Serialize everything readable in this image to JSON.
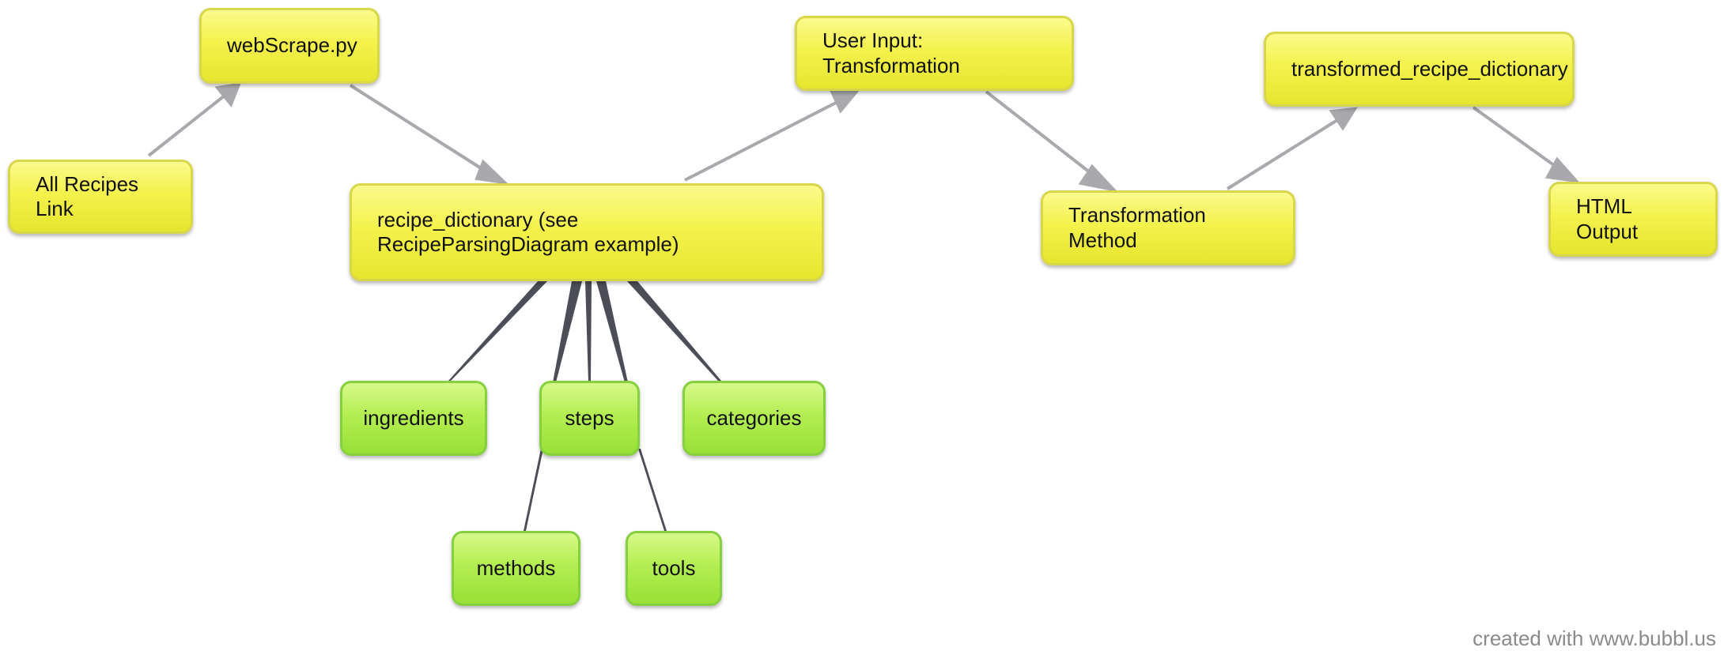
{
  "diagram": {
    "nodes": {
      "all_recipes_link": "All Recipes Link",
      "webscrape": "webScrape.py",
      "recipe_dictionary": "recipe_dictionary (see RecipeParsingDiagram example)",
      "user_input": "User Input: Transformation",
      "transformation_method": "Transformation Method",
      "transformed_dictionary": "transformed_recipe_dictionary",
      "html_output": "HTML Output",
      "ingredients": "ingredients",
      "steps": "steps",
      "categories": "categories",
      "methods": "methods",
      "tools": "tools"
    },
    "colors": {
      "main_node": "#f4f24c",
      "child_node": "#b4ee52",
      "arrow": "#a9a9ad",
      "branch": "#4b4d57"
    }
  },
  "watermark": "created with www.bubbl.us"
}
